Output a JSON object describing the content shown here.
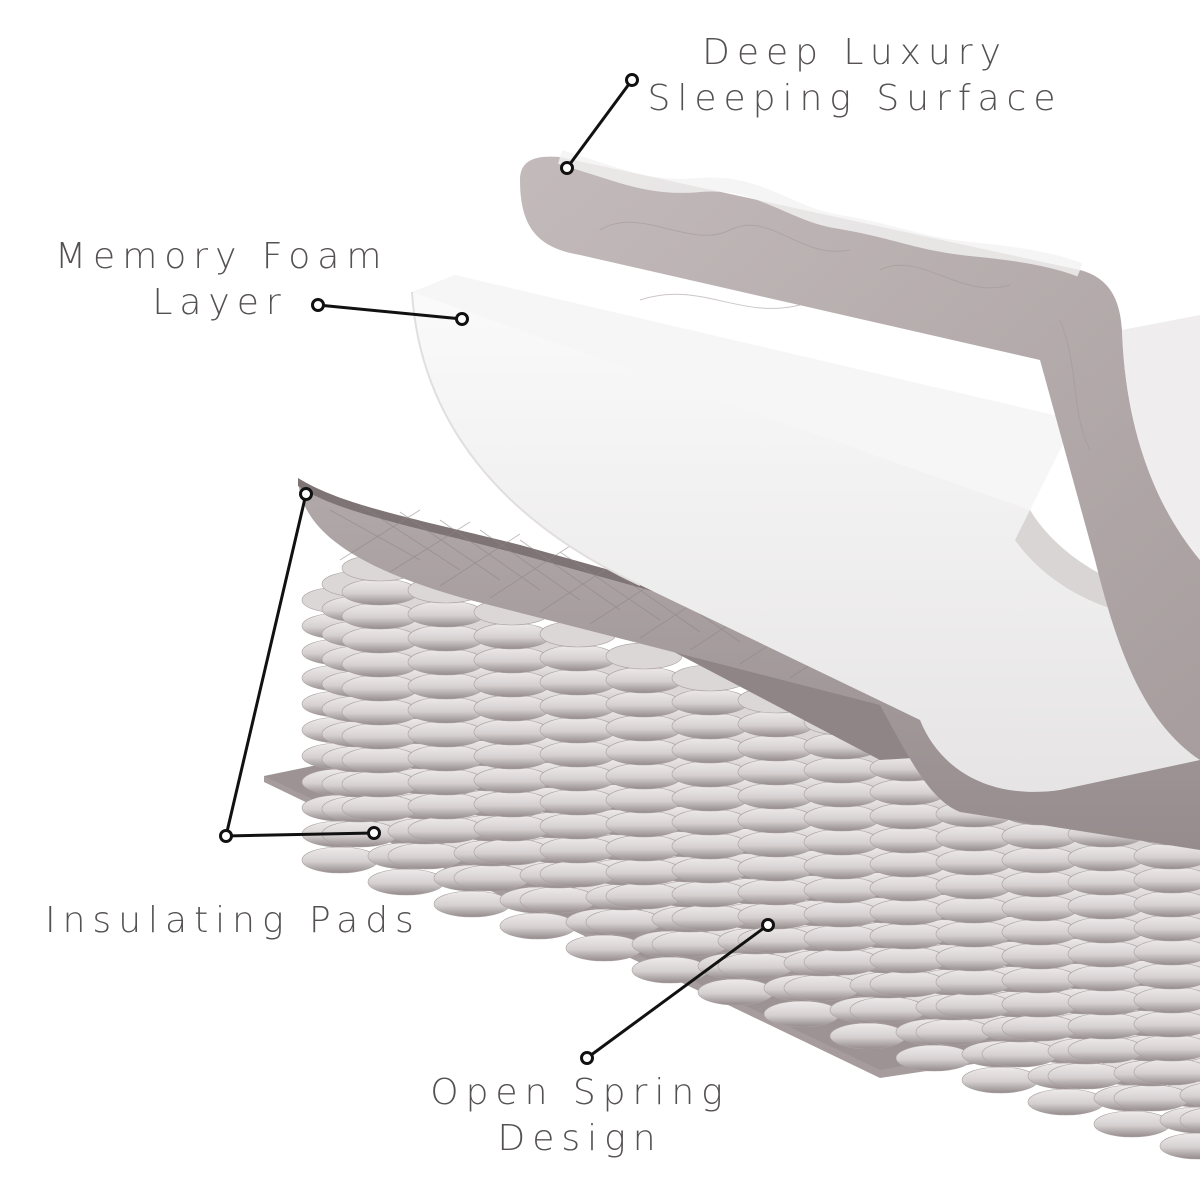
{
  "labels": {
    "deep_luxury": {
      "line1": "Deep Luxury",
      "line2": "Sleeping Surface"
    },
    "memory_foam": {
      "line1": "Memory Foam",
      "line2": "Layer"
    },
    "insulating_pads": {
      "line1": "Insulating Pads"
    },
    "open_spring": {
      "line1": "Open Spring",
      "line2": "Design"
    }
  },
  "colors": {
    "text": "#555152",
    "leader_line": "#111111",
    "base_pad": "#9a9091",
    "cover_mauve": "#b5abac",
    "foam_white": "#f2f1f1",
    "spring_light": "#dcd7d7",
    "spring_dark": "#8f8587"
  }
}
